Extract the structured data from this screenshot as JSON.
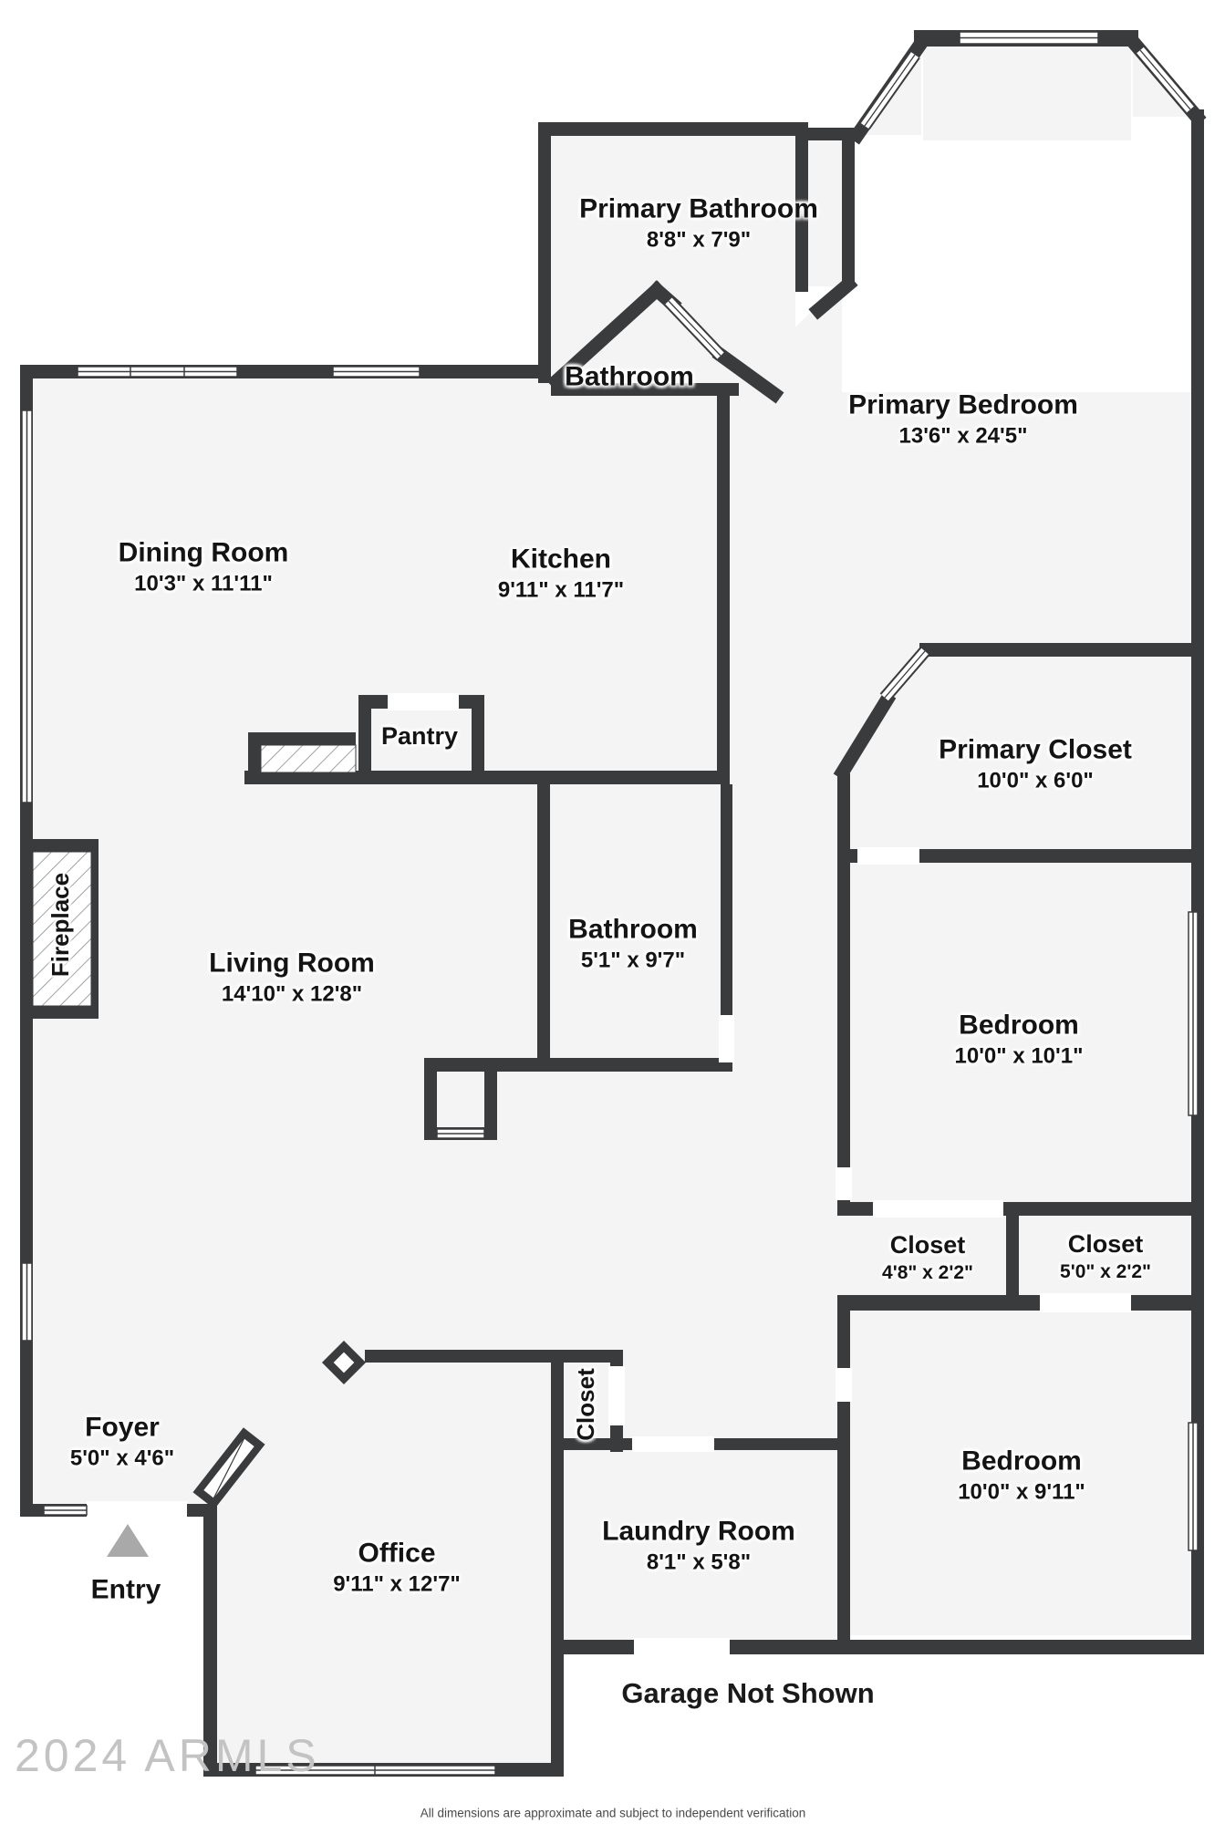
{
  "plan": {
    "type": "residential-floor-plan",
    "footer_note": "Garage Not Shown",
    "watermark": "2024 ARMLS",
    "disclaimer": "All dimensions are approximate and subject to independent verification"
  },
  "colors": {
    "wall": "#3a3b3d",
    "room_fill": "#f4f4f5",
    "entry_arrow": "#a9a9a9",
    "watermark_text": "#c3c3c3",
    "label_text": "#141414"
  },
  "rooms": [
    {
      "name": "Primary Bathroom",
      "dims": "8'8\" x 7'9\""
    },
    {
      "name": "Bathroom",
      "dims": ""
    },
    {
      "name": "Primary Bedroom",
      "dims": "13'6\" x 24'5\""
    },
    {
      "name": "Dining Room",
      "dims": "10'3\" x 11'11\""
    },
    {
      "name": "Kitchen",
      "dims": "9'11\" x 11'7\""
    },
    {
      "name": "Pantry",
      "dims": ""
    },
    {
      "name": "Primary Closet",
      "dims": "10'0\" x 6'0\""
    },
    {
      "name": "Fireplace",
      "dims": ""
    },
    {
      "name": "Living Room",
      "dims": "14'10\" x 12'8\""
    },
    {
      "name": "Bathroom",
      "dims": "5'1\" x 9'7\""
    },
    {
      "name": "Bedroom",
      "dims": "10'0\" x 10'1\""
    },
    {
      "name": "Closet",
      "dims": "4'8\" x 2'2\""
    },
    {
      "name": "Closet",
      "dims": "5'0\" x 2'2\""
    },
    {
      "name": "Closet",
      "dims": ""
    },
    {
      "name": "Foyer",
      "dims": "5'0\" x 4'6\""
    },
    {
      "name": "Entry",
      "dims": ""
    },
    {
      "name": "Bedroom",
      "dims": "10'0\" x 9'11\""
    },
    {
      "name": "Laundry Room",
      "dims": "8'1\" x 5'8\""
    },
    {
      "name": "Office",
      "dims": "9'11\" x 12'7\""
    }
  ]
}
